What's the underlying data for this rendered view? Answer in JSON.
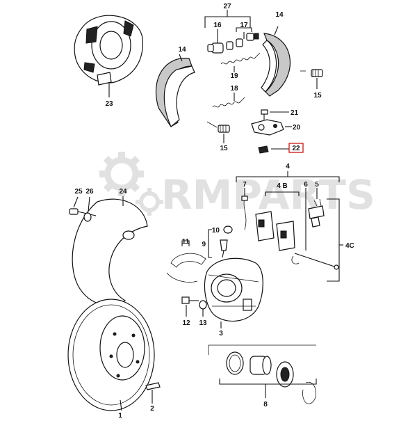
{
  "watermark": {
    "text": "RMPARTS"
  },
  "part_labels": {
    "p1": "1",
    "p2": "2",
    "p3": "3",
    "p4": "4",
    "p4b": "4 B",
    "p4c": "4C",
    "p5": "5",
    "p6": "6",
    "p7": "7",
    "p8": "8",
    "p9": "9",
    "p10": "10",
    "p11": "11",
    "p12": "12",
    "p13": "13",
    "p14a": "14",
    "p14b": "14",
    "p15a": "15",
    "p15b": "15",
    "p16": "16",
    "p17": "17",
    "p18": "18",
    "p19": "19",
    "p20": "20",
    "p21": "21",
    "p22": "22",
    "p23": "23",
    "p24": "24",
    "p25": "25",
    "p26": "26",
    "p27": "27"
  },
  "highlight": {
    "part": "22",
    "color": "#cc0000"
  }
}
